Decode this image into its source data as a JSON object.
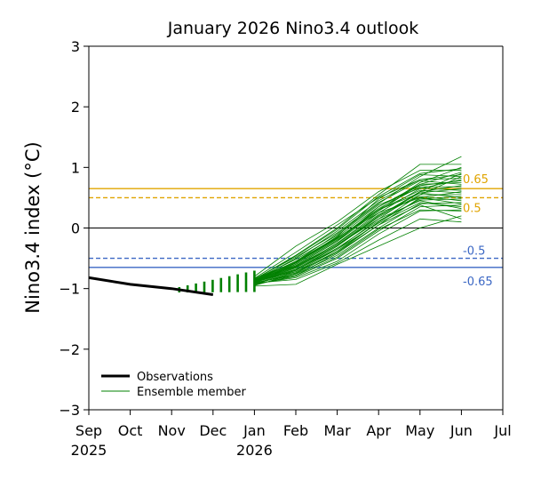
{
  "chart_data": {
    "type": "line",
    "title": "January 2026 Nino3.4 outlook",
    "xlabel": "",
    "ylabel": "Nino3.4 index (°C)",
    "ylim": [
      -3,
      3
    ],
    "yticks": [
      "−3",
      "−2",
      "−1",
      "0",
      "1",
      "2",
      "3"
    ],
    "xticks": [
      {
        "label": "Sep",
        "sub": "2025"
      },
      {
        "label": "Oct",
        "sub": ""
      },
      {
        "label": "Nov",
        "sub": ""
      },
      {
        "label": "Dec",
        "sub": ""
      },
      {
        "label": "Jan",
        "sub": "2026"
      },
      {
        "label": "Feb",
        "sub": ""
      },
      {
        "label": "Mar",
        "sub": ""
      },
      {
        "label": "Apr",
        "sub": ""
      },
      {
        "label": "May",
        "sub": ""
      },
      {
        "label": "Jun",
        "sub": ""
      },
      {
        "label": "Jul",
        "sub": ""
      }
    ],
    "grid": false,
    "legend": {
      "position": "bottom-left",
      "entries": [
        {
          "label": "Observations",
          "color": "#000000"
        },
        {
          "label": "Ensemble member",
          "color": "#008000"
        }
      ]
    },
    "observations": {
      "x": [
        0,
        1,
        2,
        3
      ],
      "y": [
        -0.82,
        -0.93,
        -1.0,
        -1.1
      ]
    },
    "thresholds": [
      {
        "value": 0.65,
        "label": "0.65",
        "color": "#e0a400",
        "style": "solid"
      },
      {
        "value": 0.5,
        "label": "0.5",
        "color": "#e0a400",
        "style": "dashed"
      },
      {
        "value": -0.5,
        "label": "-0.5",
        "color": "#3b67c4",
        "style": "dashed"
      },
      {
        "value": -0.65,
        "label": "-0.65",
        "color": "#3b67c4",
        "style": "solid"
      },
      {
        "value": 0,
        "label": "",
        "color": "#000000",
        "style": "solid"
      }
    ],
    "ensemble": {
      "x": [
        4,
        5,
        6,
        7,
        8,
        9
      ],
      "members": [
        [
          -0.88,
          -0.55,
          -0.1,
          0.4,
          0.85,
          1.18
        ],
        [
          -0.85,
          -0.45,
          0.0,
          0.55,
          1.05,
          1.05
        ],
        [
          -0.9,
          -0.6,
          -0.2,
          0.3,
          0.75,
          1.0
        ],
        [
          -0.8,
          -0.3,
          0.1,
          0.6,
          0.95,
          0.95
        ],
        [
          -0.92,
          -0.7,
          -0.3,
          0.2,
          0.6,
          0.9
        ],
        [
          -0.87,
          -0.5,
          -0.05,
          0.45,
          0.8,
          0.88
        ],
        [
          -0.95,
          -0.75,
          -0.4,
          0.1,
          0.55,
          0.85
        ],
        [
          -0.83,
          -0.4,
          0.05,
          0.5,
          0.8,
          0.82
        ],
        [
          -0.89,
          -0.65,
          -0.25,
          0.25,
          0.65,
          0.8
        ],
        [
          -0.86,
          -0.55,
          -0.15,
          0.35,
          0.7,
          0.78
        ],
        [
          -0.91,
          -0.62,
          -0.22,
          0.28,
          0.72,
          0.75
        ],
        [
          -0.84,
          -0.48,
          -0.08,
          0.42,
          0.78,
          0.72
        ],
        [
          -0.93,
          -0.72,
          -0.35,
          0.15,
          0.6,
          0.7
        ],
        [
          -0.88,
          -0.58,
          -0.18,
          0.32,
          0.68,
          0.68
        ],
        [
          -0.9,
          -0.66,
          -0.28,
          0.2,
          0.58,
          0.65
        ],
        [
          -0.85,
          -0.52,
          -0.12,
          0.38,
          0.66,
          0.62
        ],
        [
          -0.94,
          -0.78,
          -0.42,
          0.05,
          0.5,
          0.6
        ],
        [
          -0.87,
          -0.6,
          -0.2,
          0.3,
          0.62,
          0.58
        ],
        [
          -0.89,
          -0.68,
          -0.3,
          0.18,
          0.55,
          0.55
        ],
        [
          -0.92,
          -0.74,
          -0.38,
          0.1,
          0.48,
          0.52
        ],
        [
          -0.86,
          -0.57,
          -0.17,
          0.3,
          0.58,
          0.5
        ],
        [
          -0.9,
          -0.7,
          -0.33,
          0.12,
          0.46,
          0.48
        ],
        [
          -0.88,
          -0.63,
          -0.26,
          0.22,
          0.52,
          0.45
        ],
        [
          -0.91,
          -0.76,
          -0.45,
          0.0,
          0.4,
          0.42
        ],
        [
          -0.84,
          -0.56,
          -0.16,
          0.25,
          0.5,
          0.4
        ],
        [
          -0.93,
          -0.8,
          -0.5,
          -0.05,
          0.35,
          0.38
        ],
        [
          -0.89,
          -0.69,
          -0.35,
          0.08,
          0.42,
          0.35
        ],
        [
          -0.87,
          -0.64,
          -0.28,
          0.15,
          0.45,
          0.32
        ],
        [
          -0.92,
          -0.82,
          -0.55,
          -0.1,
          0.28,
          0.3
        ],
        [
          -0.9,
          -0.78,
          -0.48,
          -0.02,
          0.3,
          0.28
        ],
        [
          -0.96,
          -0.93,
          -0.6,
          -0.3,
          0.0,
          0.2
        ],
        [
          -0.88,
          -0.72,
          -0.4,
          0.05,
          0.38,
          0.15
        ],
        [
          -0.91,
          -0.85,
          -0.58,
          -0.2,
          0.15,
          0.1
        ],
        [
          -0.86,
          -0.62,
          -0.22,
          0.35,
          0.72,
          0.92
        ],
        [
          -0.89,
          -0.58,
          -0.14,
          0.48,
          0.88,
          0.85
        ],
        [
          -0.85,
          -0.46,
          -0.02,
          0.52,
          0.9,
          0.98
        ]
      ]
    }
  }
}
